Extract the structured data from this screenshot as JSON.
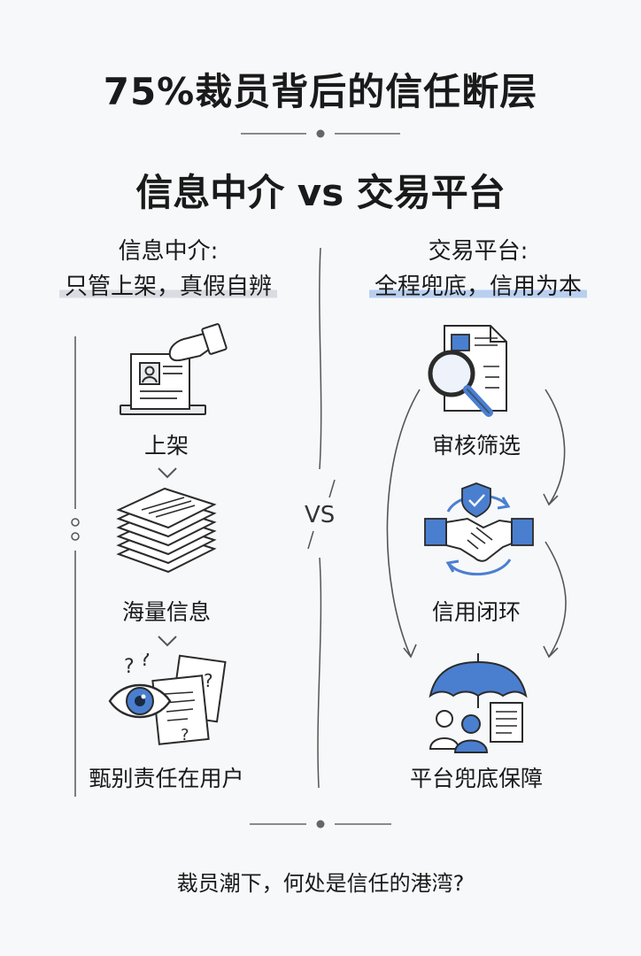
{
  "title": "75%裁员背后的信任断层",
  "subtitle": "信息中介 vs 交易平台",
  "vs_label": "VS",
  "left": {
    "heading_line1": "信息中介:",
    "heading_line2": "只管上架，真假自辨",
    "steps": [
      "上架",
      "海量信息",
      "甄别责任在用户"
    ]
  },
  "right": {
    "heading_line1": "交易平台:",
    "heading_line2": "全程兜底，信用为本",
    "steps": [
      "审核筛选",
      "信用闭环",
      "平台兜底保障"
    ]
  },
  "footer": "裁员潮下，何处是信任的港湾?",
  "colors": {
    "accent": "#4a7fd0",
    "ink": "#2b2b2b"
  }
}
